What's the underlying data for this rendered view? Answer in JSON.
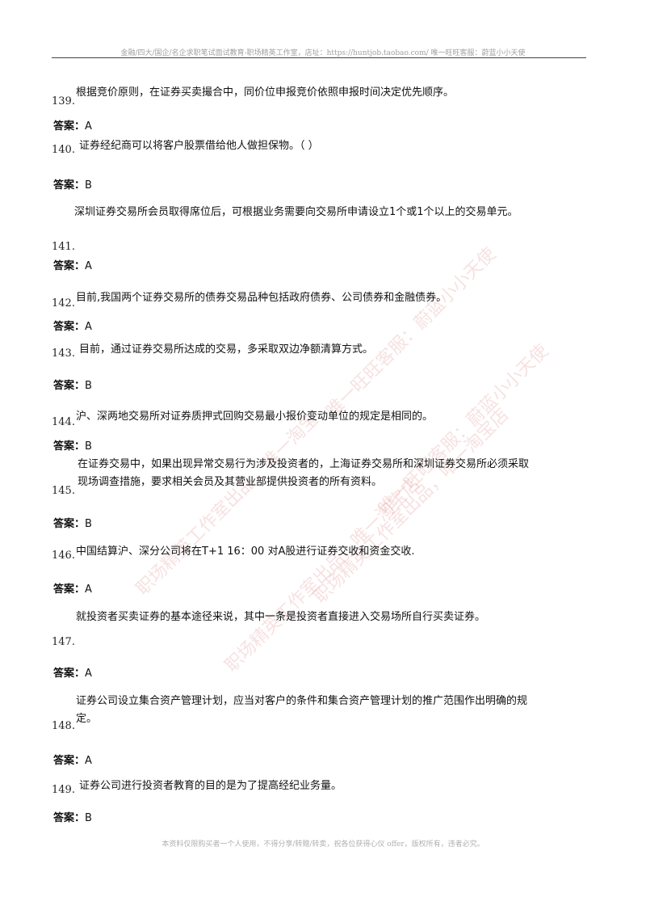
{
  "header": "金融/四大/国企/名企求职笔试面试教育-职场精英工作室，店址：https://huntjob.taobao.com/ 唯一旺旺客服：蔚蓝小小天使",
  "footer": "本资料仅限购买者一个人使用，不得分享/转赠/转卖，祝各位获得心仪 offer，版权所有，违者必究。",
  "answer_label": "答案：",
  "watermarks": [
    "唯一旺旺客服：蔚蓝小小天使",
    "职场精英工作室出品，唯一淘宝",
    "职场精英工作室出品，唯一淘宝店",
    "唯一旺旺客服：蔚蓝小小天使",
    "职场精英工作室出品，唯一淘宝店"
  ],
  "questions": [
    {
      "num": "139.",
      "text": "根据竞价原则，在证券买卖撮合中，同价位申报竞价依照申报时间决定优先顺序。",
      "answer": "A"
    },
    {
      "num": "140.",
      "text": "证券经纪商可以将客户股票借给他人做担保物。（    ）",
      "answer": "B"
    },
    {
      "num": "141.",
      "text": "深圳证券交易所会员取得席位后，可根据业务需要向交易所申请设立1个或1个以上的交易单元。",
      "answer": "A"
    },
    {
      "num": "142.",
      "text": "目前,我国两个证券交易所的债券交易品种包括政府债券、公司债券和金融债券。",
      "answer": "A"
    },
    {
      "num": "143.",
      "text": "目前，通过证券交易所达成的交易，多采取双边净额清算方式。",
      "answer": "B"
    },
    {
      "num": "144.",
      "text": "沪、深两地交易所对证券质押式回购交易最小报价变动单位的规定是相同的。",
      "answer": "B"
    },
    {
      "num": "145.",
      "text": "在证券交易中，如果出现异常交易行为涉及投资者的，上海证券交易所和深圳证券交易所必须采取现场调查措施，要求相关会员及其营业部提供投资者的所有资料。",
      "answer": "B"
    },
    {
      "num": "146.",
      "text": "中国结算沪、深分公司将在T+1 16：00 对A股进行证券交收和资金交收.",
      "answer": "A"
    },
    {
      "num": "147.",
      "text": "就投资者买卖证券的基本途径来说，其中一条是投资者直接进入交易场所自行买卖证券。",
      "answer": "A"
    },
    {
      "num": "148.",
      "text": "证券公司设立集合资产管理计划，应当对客户的条件和集合资产管理计划的推广范围作出明确的规定。",
      "answer": "A"
    },
    {
      "num": "149.",
      "text": "证券公司进行投资者教育的目的是为了提高经纪业务量。",
      "answer": "B"
    }
  ]
}
